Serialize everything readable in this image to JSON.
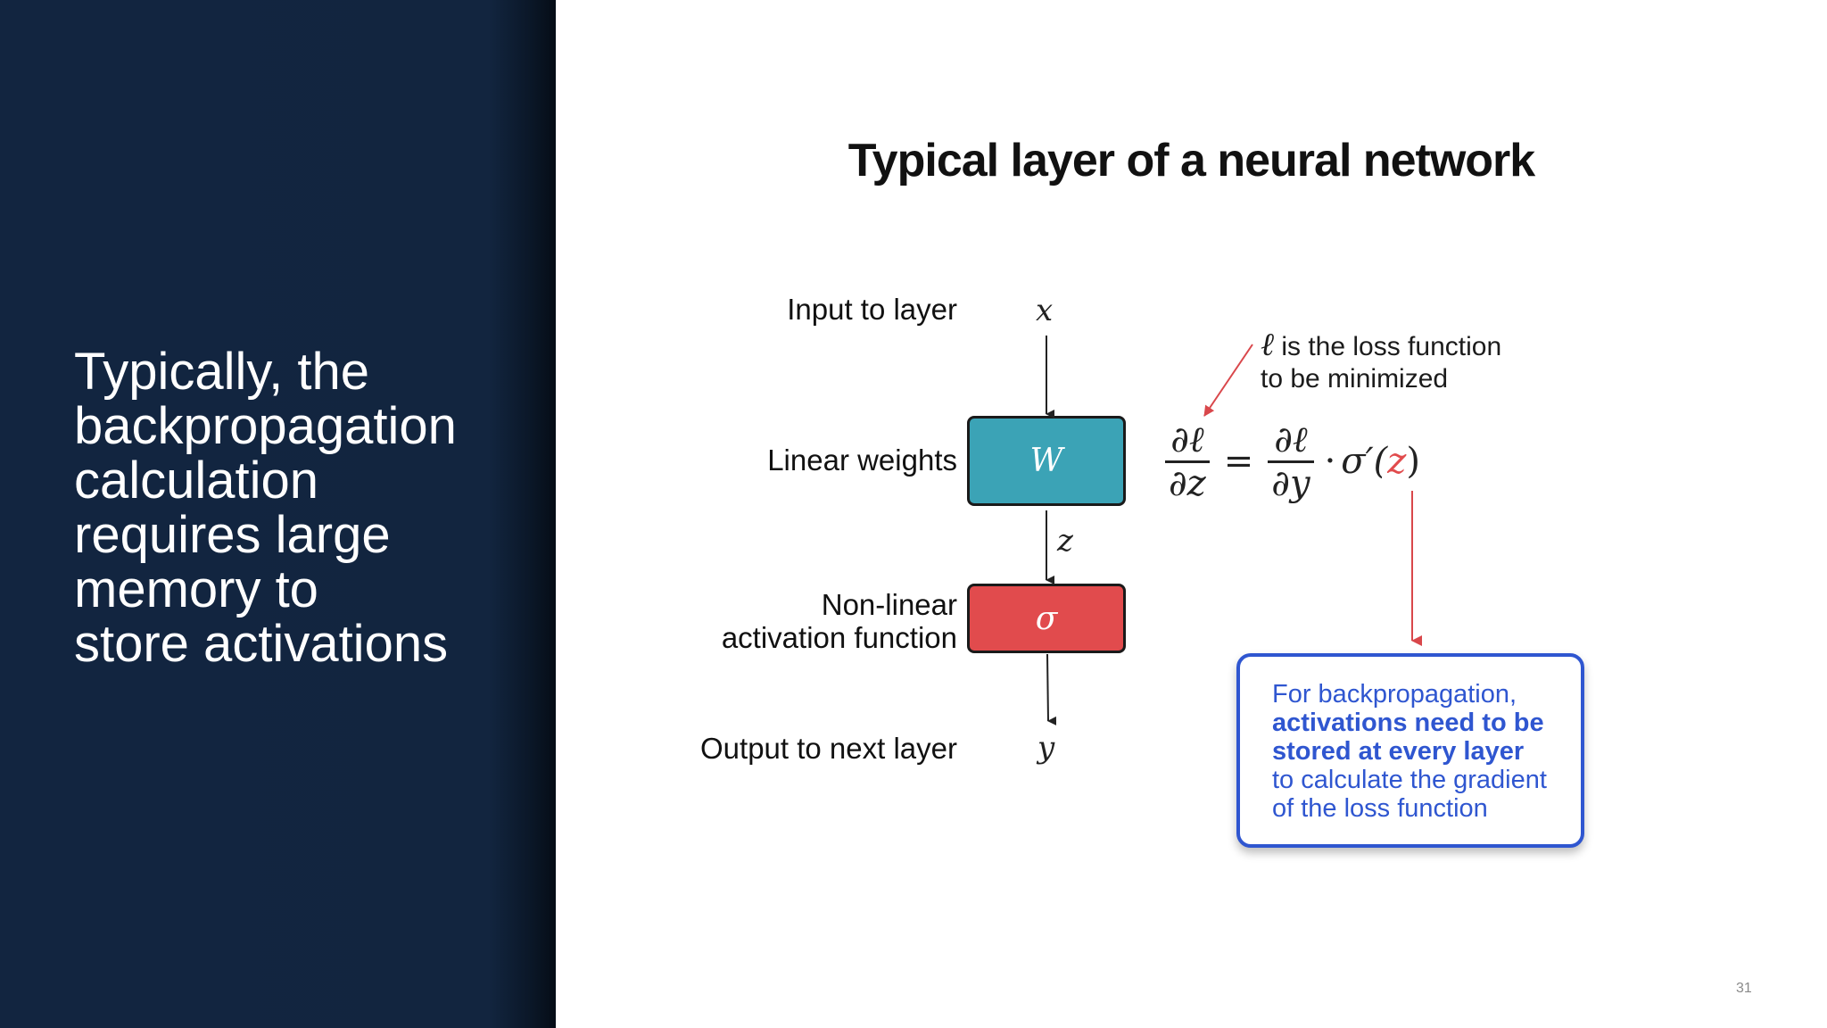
{
  "left_panel": {
    "lines": [
      "Typically, the",
      "backpropagation",
      "calculation",
      "requires large",
      "memory to",
      "store activations"
    ]
  },
  "title": "Typical layer of a neural network",
  "rows": {
    "input_label": "Input to layer",
    "weights_label": "Linear weights",
    "activation_label_lines": [
      "Non-linear",
      "activation function"
    ],
    "output_label": "Output to next layer"
  },
  "symbols": {
    "x": "x",
    "W": "W",
    "z": "z",
    "sigma": "σ",
    "y": "y"
  },
  "loss_note": {
    "symbol": "ℓ",
    "line1": " is the loss function",
    "line2": "to be minimized"
  },
  "formula": {
    "lhs_num": "∂ℓ",
    "lhs_den": "∂z",
    "equals": "=",
    "rhs_num": "∂ℓ",
    "rhs_den": "∂y",
    "dot": "·",
    "sigma_prime": "σ′(",
    "z": "z",
    "close": ")"
  },
  "callout": {
    "line1": "For backpropagation,",
    "bold1": "activations need to be",
    "bold2": "stored at every layer",
    "line4": "to calculate the gradient",
    "line5": "of the loss function"
  },
  "page_number": "31",
  "colors": {
    "panel": "#122540",
    "weights_box": "#3ba3b6",
    "activation_box": "#e14b4d",
    "callout_blue": "#2f56d0",
    "accent_red": "#e14b4d"
  }
}
